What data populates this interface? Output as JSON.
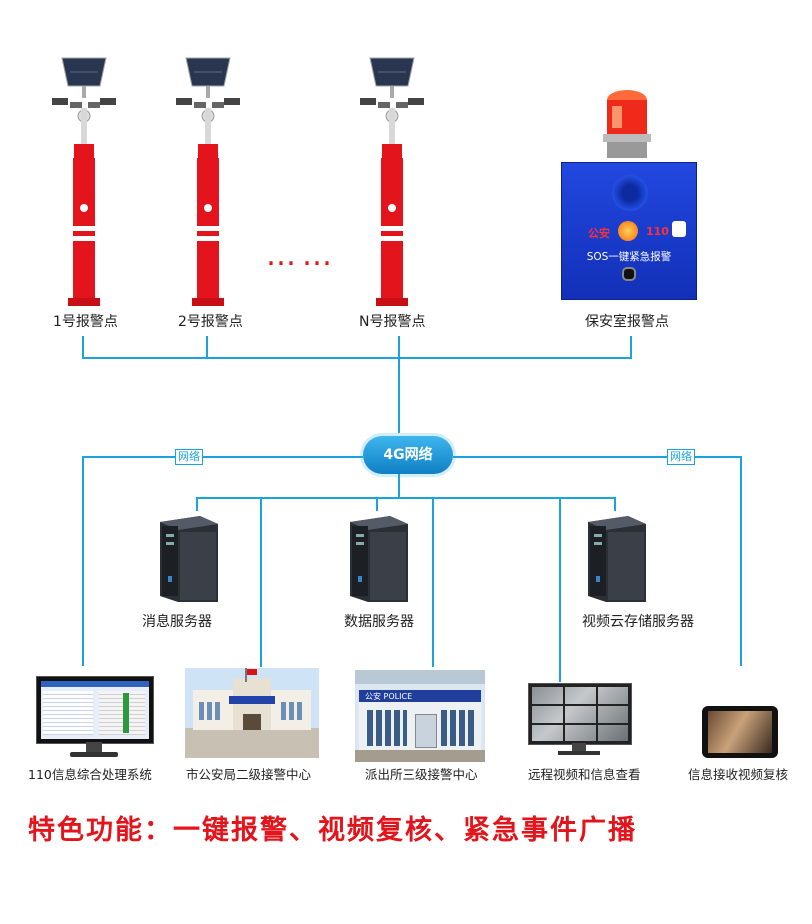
{
  "alarm_points": [
    {
      "label": "1号报警点"
    },
    {
      "label": "2号报警点"
    },
    {
      "label": "N号报警点"
    }
  ],
  "ellipsis": "……",
  "security_room": {
    "label": "保安室报警点",
    "box_text_police": "公安",
    "box_text_110": "110",
    "box_text_sos": "SOS一键紧急报警"
  },
  "network": {
    "hub_label": "4G网络",
    "tag_left": "网络",
    "tag_right": "网络"
  },
  "servers": [
    {
      "label": "消息服务器"
    },
    {
      "label": "数据服务器"
    },
    {
      "label": "视频云存储服务器"
    }
  ],
  "endpoints": [
    {
      "label": "110信息综合处理系统"
    },
    {
      "label": "市公安局二级接警中心"
    },
    {
      "label": "派出所三级接警中心"
    },
    {
      "label": "远程视频和信息查看"
    },
    {
      "label": "信息接收视频复核"
    }
  ],
  "police_station_sign": "公安 POLICE",
  "feature_text": "特色功能：一键报警、视频复核、紧急事件广播",
  "colors": {
    "accent": "#1aa3dd",
    "pole_red": "#e3141b",
    "box_blue": "#1638c8",
    "feature_red": "#e3141b"
  }
}
